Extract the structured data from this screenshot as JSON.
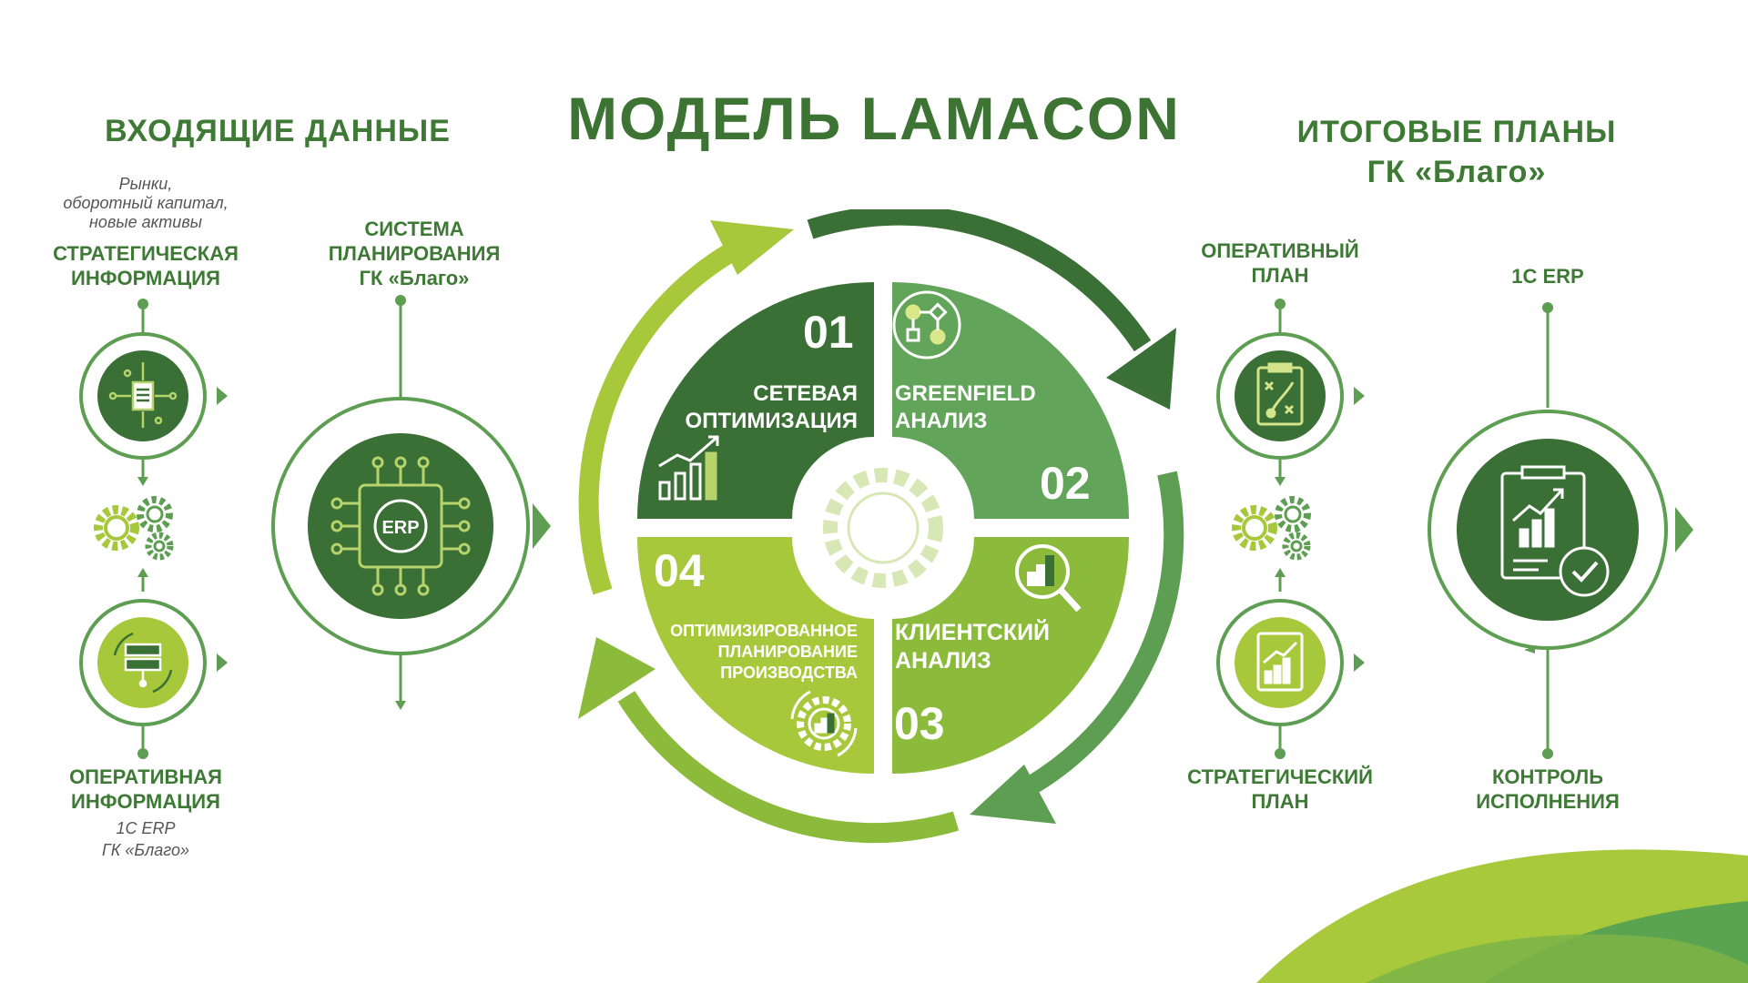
{
  "title": "МОДЕЛЬ LAMACON",
  "left": {
    "header": "ВХОДЯЩИЕ ДАННЫЕ",
    "strategic_note": [
      "Рынки,",
      "оборотный капитал,",
      "новые активы"
    ],
    "strategic_label": [
      "СТРАТЕГИЧЕСКАЯ",
      "ИНФОРМАЦИЯ"
    ],
    "operational_label": [
      "ОПЕРАТИВНАЯ",
      "ИНФОРМАЦИЯ"
    ],
    "operational_note": [
      "1С ERP",
      "ГК «Благо»"
    ],
    "system_label": [
      "СИСТЕМА",
      "ПЛАНИРОВАНИЯ",
      "ГК «Благо»"
    ],
    "erp_badge": "ERP"
  },
  "right": {
    "header": [
      "ИТОГОВЫЕ ПЛАНЫ",
      "ГК «Благо»"
    ],
    "operational_plan": [
      "ОПЕРАТИВНЫЙ",
      "ПЛАН"
    ],
    "strategic_plan": [
      "СТРАТЕГИЧЕСКИЙ",
      "ПЛАН"
    ],
    "erp_label": "1С ERP",
    "control_label": [
      "КОНТРОЛЬ",
      "ИСПОЛНЕНИЯ"
    ]
  },
  "quadrants": [
    {
      "number": "01",
      "label": [
        "СЕТЕВАЯ",
        "ОПТИМИЗАЦИЯ"
      ],
      "color": "#3a6f35"
    },
    {
      "number": "02",
      "label": [
        "GREENFIELD",
        "АНАЛИЗ"
      ],
      "color": "#62a55a"
    },
    {
      "number": "03",
      "label": [
        "КЛИЕНТСКИЙ",
        "АНАЛИЗ"
      ],
      "color": "#8cbb3c"
    },
    {
      "number": "04",
      "label": [
        "ОПТИМИЗИРОВАННОЕ",
        "ПЛАНИРОВАНИЕ",
        "ПРОИЗВОДСТВА"
      ],
      "color": "#a7c83b"
    }
  ],
  "colors": {
    "dark_green": "#3a6f35",
    "mid_green": "#5d9e52",
    "light_green": "#9bc23c",
    "lime": "#b2cd3a"
  }
}
